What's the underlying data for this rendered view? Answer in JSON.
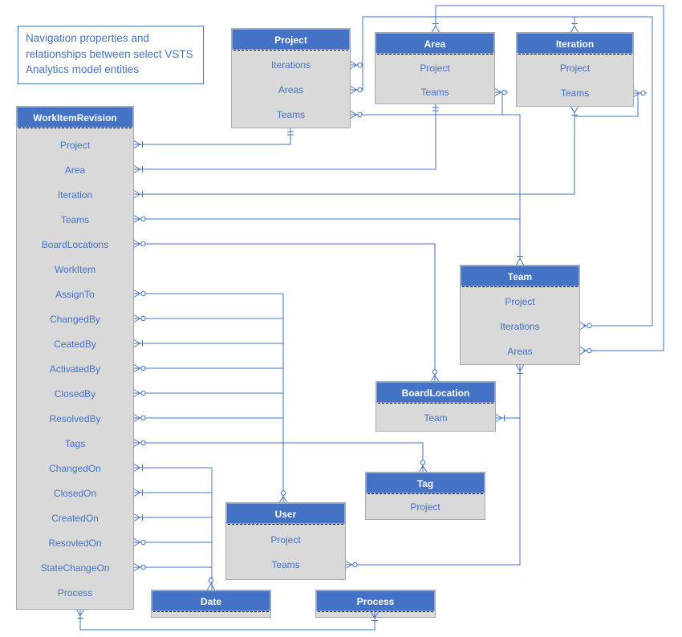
{
  "title": "Navigation properties and relationships between select VSTS Analytics model entities",
  "colors": {
    "header_blue": "#4472C4",
    "body_gray": "#d9d9d9",
    "line_blue": "#4472C4",
    "text_blue": "#4472C4"
  },
  "entities": {
    "workitemrevision": {
      "name": "WorkItemRevision",
      "fields": [
        "Project",
        "Area",
        "Iteration",
        "Teams",
        "BoardLocations",
        "WorkItem",
        "AssignTo",
        "ChangedBy",
        "CeatedBy",
        "ActivatedBy",
        "ClosedBy",
        "ResolvedBy",
        "Tags",
        "ChangedOn",
        "ClosedOn",
        "CreatedOn",
        "ResovledOn",
        "StateChangeOn",
        "Process"
      ]
    },
    "project": {
      "name": "Project",
      "fields": [
        "Iterations",
        "Areas",
        "Teams"
      ]
    },
    "area": {
      "name": "Area",
      "fields": [
        "Project",
        "Teams"
      ]
    },
    "iteration": {
      "name": "Iteration",
      "fields": [
        "Project",
        "Teams"
      ]
    },
    "team": {
      "name": "Team",
      "fields": [
        "Project",
        "Iterations",
        "Areas"
      ]
    },
    "boardlocation": {
      "name": "BoardLocation",
      "fields": [
        "Team"
      ]
    },
    "tag": {
      "name": "Tag",
      "fields": [
        "Project"
      ]
    },
    "user": {
      "name": "User",
      "fields": [
        "Project",
        "Teams"
      ]
    },
    "date": {
      "name": "Date",
      "fields": []
    },
    "process": {
      "name": "Process",
      "fields": []
    }
  }
}
